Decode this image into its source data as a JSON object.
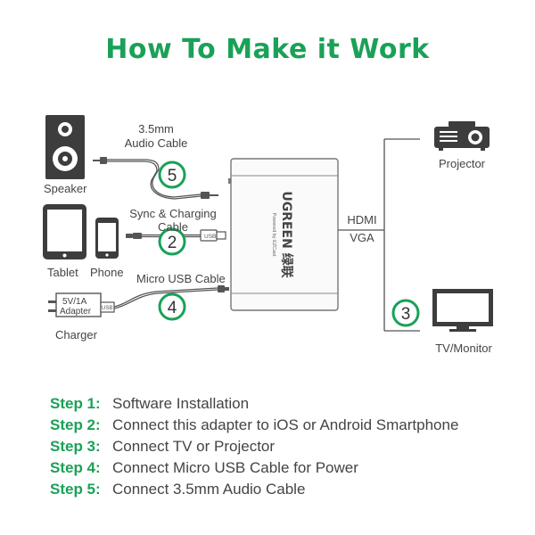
{
  "title": "How To Make it Work",
  "brand": {
    "color": "#1aa157",
    "logo": "UGREEN 绿联",
    "powered_by": "Powered by EZCast"
  },
  "devices": {
    "speaker": "Speaker",
    "tablet": "Tablet",
    "phone": "Phone",
    "charger": "Charger",
    "adapter_label_1": "5V/1A",
    "adapter_label_2": "Adapter",
    "usb_tag": "USB",
    "projector": "Projector",
    "tv": "TV/Monitor"
  },
  "cables": {
    "audio_1": "3.5mm",
    "audio_2": "Audio Cable",
    "sync_1": "Sync & Charging",
    "sync_2": "Cable",
    "micro": "Micro USB Cable",
    "hdmi": "HDMI",
    "vga": "VGA"
  },
  "badges": {
    "audio": "5",
    "sync": "2",
    "micro": "4",
    "display": "3"
  },
  "steps": [
    {
      "key": "Step 1:",
      "text": "Software Installation"
    },
    {
      "key": "Step 2:",
      "text": "Connect this adapter to iOS or Android Smartphone"
    },
    {
      "key": "Step 3:",
      "text": "Connect TV or Projector"
    },
    {
      "key": "Step 4:",
      "text": "Connect Micro USB Cable for Power"
    },
    {
      "key": "Step 5:",
      "text": "Connect 3.5mm Audio Cable"
    }
  ]
}
